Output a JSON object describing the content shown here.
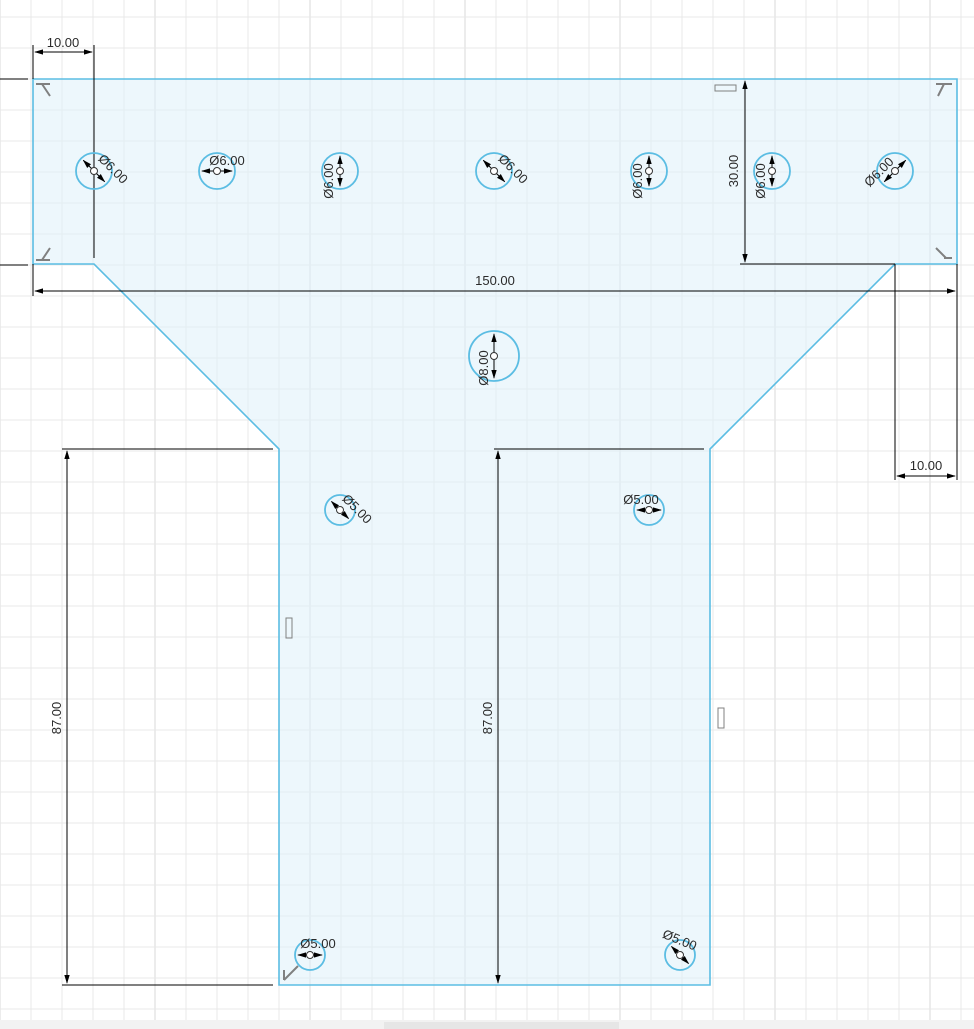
{
  "colors": {
    "part_fill": "#dff0fa",
    "part_stroke": "#5bbde3",
    "dimension_line": "#000000",
    "constraint_icon": "#808080"
  },
  "dimensions": {
    "top_left_offset": "10.00",
    "overall_width": "150.00",
    "top_height": "30.00",
    "right_offset": "10.00",
    "left_leg_height": "87.00",
    "center_leg_height": "87.00"
  },
  "holes": {
    "top_1": "Ø6.00",
    "top_2": "Ø6.00",
    "top_3": "Ø6.00",
    "top_4": "Ø6.00",
    "top_5": "Ø6.00",
    "top_6": "Ø6.00",
    "top_7": "Ø6.00",
    "center": "Ø8.00",
    "stem_upper_left": "Ø5.00",
    "stem_upper_right": "Ø5.00",
    "stem_lower_left": "Ø5.00",
    "stem_lower_right": "Ø5.00"
  },
  "icons": {
    "constraint": "coincident-icon",
    "parallel": "parallel-constraint-icon"
  }
}
